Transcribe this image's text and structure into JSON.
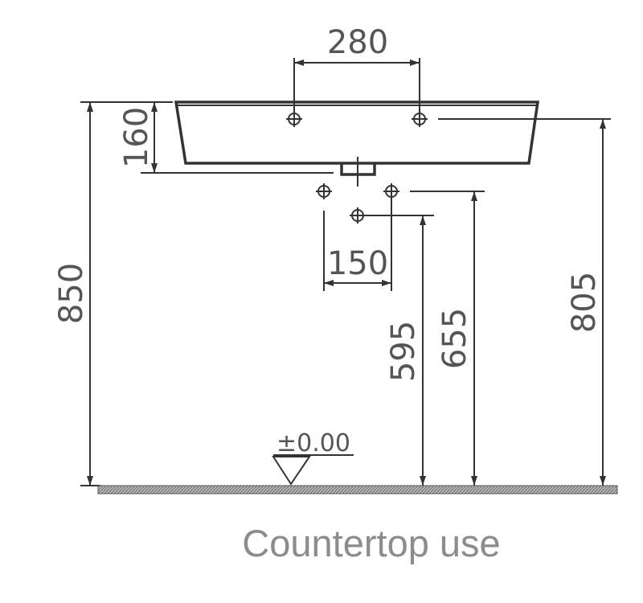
{
  "dimensions": {
    "tap_hole_spacing": "280",
    "basin_height": "160",
    "overall_height": "850",
    "waste_spacing": "150",
    "waste_low_height": "595",
    "waste_high_height": "655",
    "tap_hole_height": "805"
  },
  "floor_level_label": "±0.00",
  "caption": "Countertop use",
  "colors": {
    "line": "#333333",
    "dimension_text": "#555555",
    "caption_text": "#8c8c8c",
    "floor_hatch": "#8a8a8a"
  }
}
